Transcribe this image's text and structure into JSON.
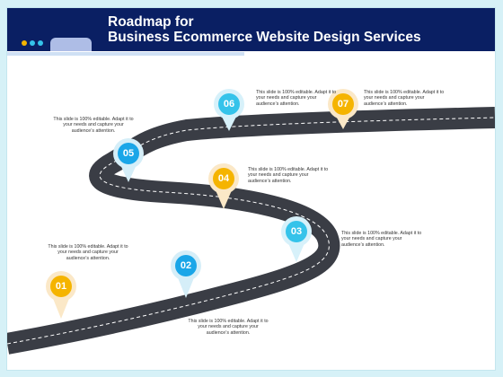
{
  "title": {
    "line1": "Roadmap for",
    "line2": "Business Ecommerce Website Design Services"
  },
  "colors": {
    "header_bg": "#0a1f63",
    "road": "#3a3d45",
    "blue_marker": "#1aa6e8",
    "yellow_marker": "#f5b400"
  },
  "milestones": [
    {
      "label": "01",
      "color": "yellow",
      "text": "This slide is 100% editable. Adapt it to your needs and capture your audience’s attention."
    },
    {
      "label": "02",
      "color": "blue",
      "text": "This slide is 100% editable. Adapt it to your needs and capture your audience’s attention."
    },
    {
      "label": "03",
      "color": "blue",
      "text": "This slide is 100% editable. Adapt it to your needs and capture your audience’s attention."
    },
    {
      "label": "04",
      "color": "yellow",
      "text": "This slide is 100% editable. Adapt it to your needs and capture your audience’s attention."
    },
    {
      "label": "05",
      "color": "blue",
      "text": "This slide is 100% editable. Adapt it to your needs and capture your audience’s attention."
    },
    {
      "label": "06",
      "color": "blue",
      "text": "This slide is 100% editable. Adapt it to your needs and capture your audience’s attention."
    },
    {
      "label": "07",
      "color": "yellow",
      "text": "This slide is 100% editable. Adapt it to your needs and capture your audience’s attention."
    }
  ]
}
